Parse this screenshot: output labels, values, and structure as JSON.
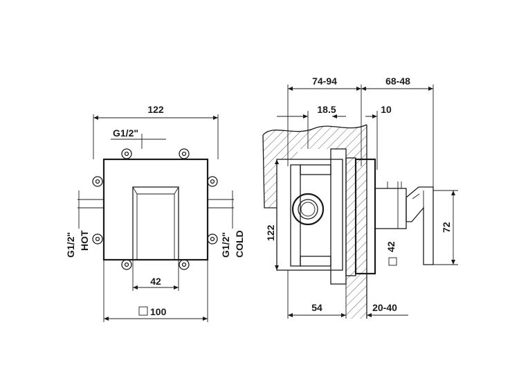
{
  "front_view": {
    "dim_width_top": "122",
    "dim_inlet": "G1/2\"",
    "dim_handle_width": "42",
    "dim_plate": "100",
    "label_hot_thread": "G1/2\"",
    "label_hot": "HOT",
    "label_cold_thread": "G1/2\"",
    "label_cold": "COLD"
  },
  "side_view": {
    "dim_depth_range": "74-94",
    "dim_projection_range": "68-48",
    "dim_offset": "18.5",
    "dim_plate_thickness": "10",
    "dim_height": "122",
    "dim_handle_height": "72",
    "dim_handle_dia": "42",
    "dim_body_depth": "54",
    "dim_wall_range": "20-40"
  }
}
